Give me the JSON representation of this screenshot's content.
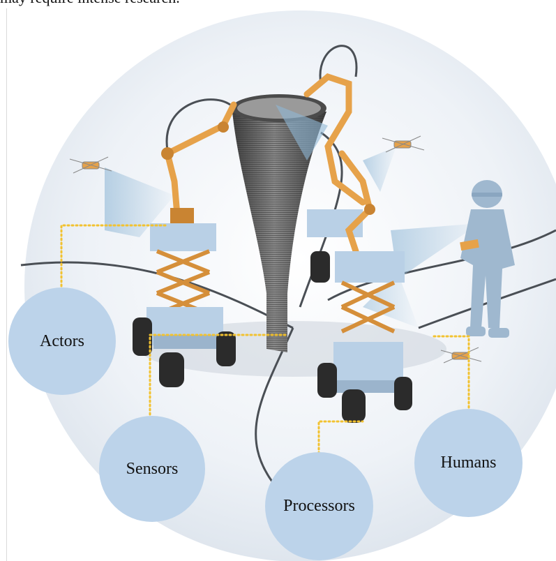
{
  "caption": {
    "top_text": "may require intense research."
  },
  "labels": {
    "actors": "Actors",
    "sensors": "Sensors",
    "processors": "Processors",
    "humans": "Humans"
  },
  "colors": {
    "background_disc": "#e6ecf3",
    "label_circle": "#bcd3ea",
    "robot_arm": "#e6a24a",
    "robot_base": "#b9d0e6",
    "wheel": "#2b2b2b",
    "tower": "#5b5b5b",
    "human": "#9fb8cf",
    "sensor_beam": "#8fb7d6",
    "connector_dots": "#f2c230"
  },
  "icons": [
    "drone-icon",
    "robot-icon",
    "human-worker-icon",
    "printed-tower-icon",
    "sensor-beam-icon"
  ]
}
